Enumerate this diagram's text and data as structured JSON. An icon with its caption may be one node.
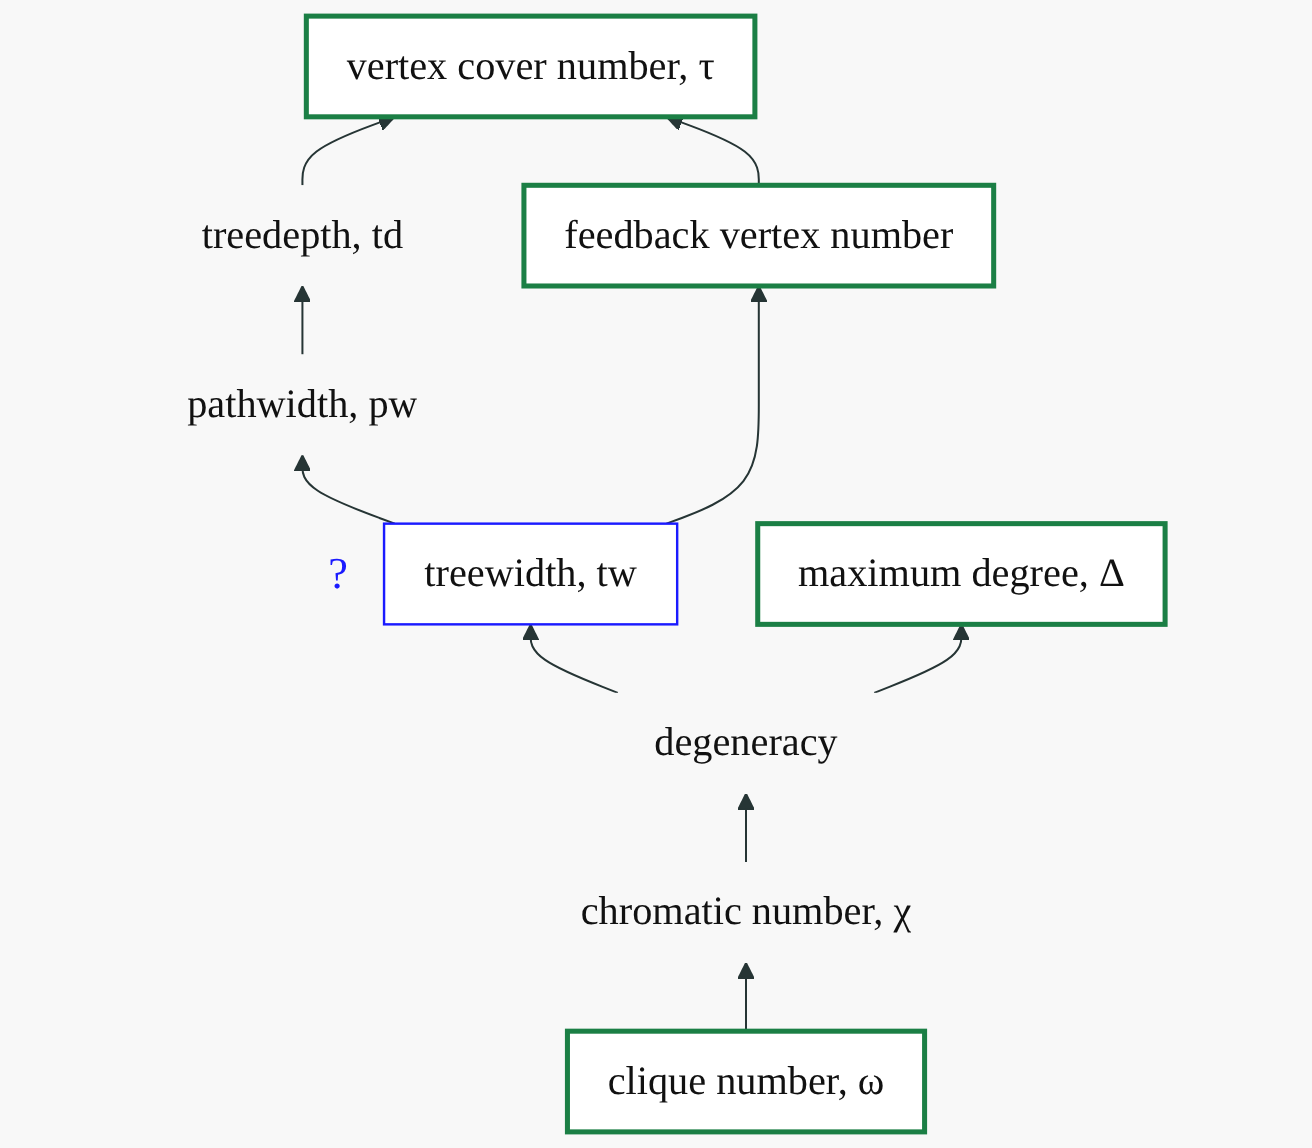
{
  "diagram": {
    "nodes": [
      {
        "text": [
          "vertex cover number, τ"
        ]
      },
      {
        "text": [
          "treedepth, td"
        ]
      },
      {
        "text": [
          "feedback vertex number"
        ]
      },
      {
        "text": [
          "pathwidth, pw"
        ]
      },
      {
        "text": [
          "treewidth, tw"
        ],
        "beside": [
          "?"
        ]
      },
      {
        "text": [
          "maximum degree, Δ"
        ]
      },
      {
        "text": [
          "degeneracy"
        ]
      },
      {
        "text": [
          "chromatic number, χ"
        ]
      },
      {
        "text": [
          "clique number, ω"
        ]
      }
    ],
    "edges": [
      {
        "from": 1,
        "to": 0,
        "arrow": "to"
      },
      {
        "from": 2,
        "to": 0,
        "arrow": "to"
      },
      {
        "from": 3,
        "to": 1,
        "arrow": "to"
      },
      {
        "from": 4,
        "to": 3,
        "arrow": "to"
      },
      {
        "from": 4,
        "to": 2,
        "arrow": "to"
      },
      {
        "from": 6,
        "to": 4,
        "arrow": "to"
      },
      {
        "from": 6,
        "to": 5,
        "arrow": "to"
      },
      {
        "from": 7,
        "to": 6,
        "arrow": "to"
      },
      {
        "from": 8,
        "to": 7,
        "arrow": "to"
      }
    ]
  }
}
